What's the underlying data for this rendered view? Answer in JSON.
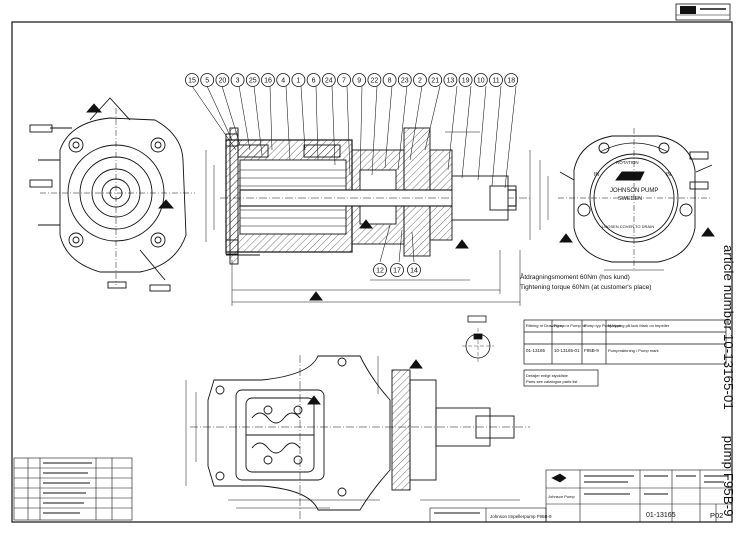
{
  "sidebar": {
    "article_number": "article number 10-13165-01",
    "pump_model": "pump F95B-9"
  },
  "balloons": [
    "15",
    "5",
    "20",
    "3",
    "25",
    "16",
    "4",
    "1",
    "6",
    "24",
    "7",
    "9",
    "22",
    "8",
    "23",
    "2",
    "21",
    "13",
    "19",
    "10",
    "11",
    "18"
  ],
  "balloons_lower": [
    "12",
    "17",
    "14"
  ],
  "torque_note": {
    "line_sv": "Åtdragningsmoment 60Nm (hos kund)",
    "line_en": "Tightening torque 60Nm (at customer's place)"
  },
  "right_view": {
    "rotation_label": "ROTATION",
    "brand_name": "JOHNSON PUMP",
    "country": "SWEDEN",
    "in_left": "IN",
    "in_right": "IN",
    "cover_text": "LOOSEN COVER TO DRAIN"
  },
  "parts_table": {
    "headers": [
      "Ritning nr\nDrawing no",
      "Pump nr\nPump no",
      "Pump typ\nPump type",
      "Märkning på lock\nMark on Impeller"
    ],
    "row": [
      "01-13165",
      "10-13165-01",
      "F95B-9",
      "Pumpmärkning / Pump mark"
    ]
  },
  "note_box": {
    "line1": "Detaljer enligt styckliste",
    "line2": "Parts see catalogue parts list"
  },
  "title_block": {
    "company": "Johnson Pump",
    "title": "Johnson Impellerpump F95B-9",
    "drawing_no": "01-13165",
    "sheet": "P02"
  }
}
